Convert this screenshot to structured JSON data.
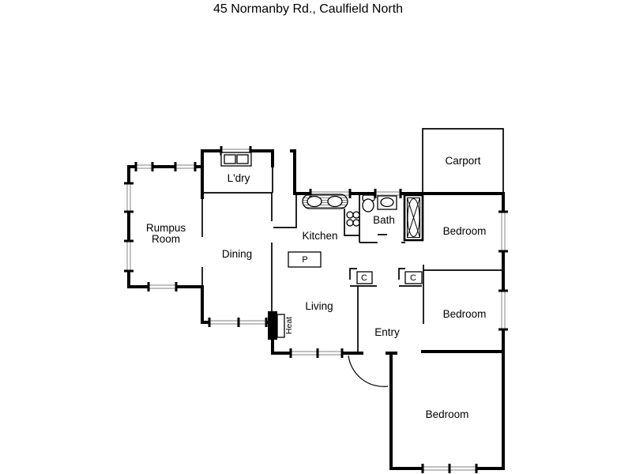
{
  "title": "45 Normanby Rd., Caulfield North",
  "rooms": {
    "rumpus_line1": "Rumpus",
    "rumpus_line2": "Room",
    "laundry": "L'dry",
    "dining": "Dining",
    "kitchen": "Kitchen",
    "bath": "Bath",
    "living": "Living",
    "entry": "Entry",
    "carport": "Carport",
    "bedroom_top": "Bedroom",
    "bedroom_middle": "Bedroom",
    "bedroom_bottom": "Bedroom"
  },
  "annotations": {
    "heater": "Heat",
    "pantry": "P",
    "closet_left": "C",
    "closet_right": "C"
  },
  "colors": {
    "wall": "#000000",
    "background": "#ffffff",
    "window": "#9a9a9a"
  }
}
